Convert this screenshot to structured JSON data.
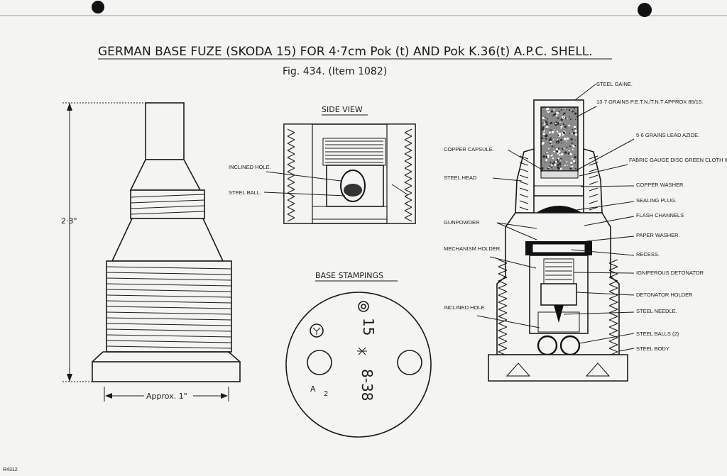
{
  "title": "GERMAN BASE FUZE (SKODA 15) FOR 4·7cm Pok (t) AND Pok K.36(t) A.P.C. SHELL.",
  "figure": "Fig. 434.   (Item 1082)",
  "exterior": {
    "height_label": "2·3\"",
    "width_label": "Approx. 1\""
  },
  "side_view": {
    "heading": "SIDE VIEW",
    "labels": [
      "INCLINED HOLE.",
      "STEEL BALL."
    ]
  },
  "base_stampings": {
    "heading": "BASE STAMPINGS",
    "stamps": [
      "15",
      "8-38",
      "A",
      "2"
    ]
  },
  "section": {
    "left_labels": [
      "COPPER CAPSULE.",
      "STEEL HEAD",
      "GUNPOWDER",
      "MECHANISM HOLDER.",
      "INCLINED HOLE."
    ],
    "right_labels": [
      "STEEL GAINE.",
      "13·7 GRAINS P.E.T.N./T.N.T APPROX 85/15.",
      "5·6 GRAINS LEAD AZIDE.",
      "FABRIC GAUGE DISC GREEN CLOTH WASHER",
      "COPPER WASHER.",
      "SEALING PLUG.",
      "FLASH CHANNELS",
      "PAPER WASHER.",
      "RECESS.",
      "IGNIFEROUS DETONATOR",
      "DETONATOR HOLDER",
      "STEEL NEEDLE.",
      "STEEL BALLS (2)",
      "STEEL BODY"
    ]
  },
  "corner_mark": "R4312"
}
